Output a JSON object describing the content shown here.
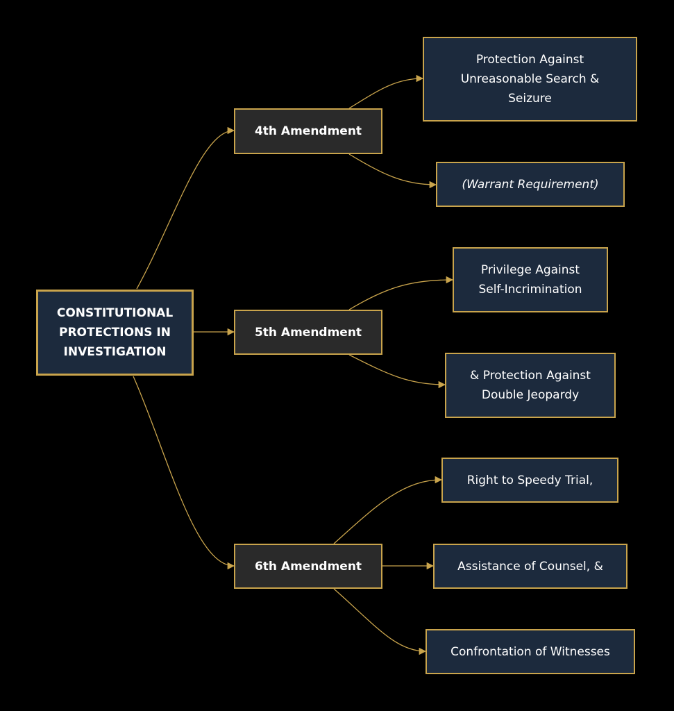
{
  "colors": {
    "background": "#000000",
    "node_fill": "#1c2a3d",
    "amendment_fill": "#2a2a2a",
    "border": "#c9a44c",
    "edge": "#c9a44c",
    "text": "#ffffff"
  },
  "root": {
    "label": "CONSTITUTIONAL PROTECTIONS IN INVESTIGATION"
  },
  "amendments": [
    {
      "label": "4th Amendment",
      "children": [
        "Protection Against Unreasonable Search & Seizure",
        "(Warrant Requirement)"
      ]
    },
    {
      "label": "5th Amendment",
      "children": [
        "Privilege Against Self-Incrimination",
        "& Protection Against Double Jeopardy"
      ]
    },
    {
      "label": "6th Amendment",
      "children": [
        "Right to Speedy Trial,",
        "Assistance of Counsel, &",
        "Confrontation of Witnesses"
      ]
    }
  ]
}
